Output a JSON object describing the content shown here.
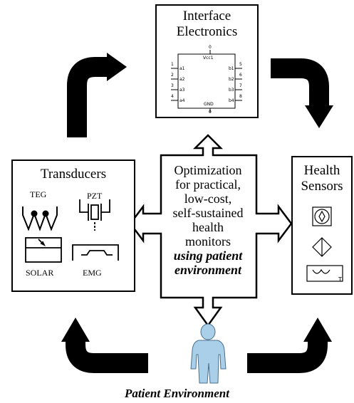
{
  "interface": {
    "title_line1": "Interface",
    "title_line2": "Electronics",
    "chip": {
      "vcc": "Vcc1",
      "gnd": "GND",
      "top_pin": "0",
      "bottom_pin": "0",
      "left_pins": [
        "1",
        "2",
        "3",
        "4"
      ],
      "left_labels": [
        "a1",
        "a2",
        "a3",
        "a4"
      ],
      "right_pins": [
        "5",
        "6",
        "7",
        "8"
      ],
      "right_labels": [
        "b1",
        "b2",
        "b3",
        "b4"
      ]
    }
  },
  "transducers": {
    "title": "Transducers",
    "teg": "TEG",
    "pzt": "PZT",
    "solar": "SOLAR",
    "emg": "EMG"
  },
  "health": {
    "title_line1": "Health",
    "title_line2": "Sensors",
    "sensor_mark": "T"
  },
  "center": {
    "lines": [
      "Optimization",
      "for practical,",
      "low-cost,",
      "self-sustained",
      "health",
      "monitors"
    ],
    "emphasis": [
      "using patient",
      "environment"
    ]
  },
  "caption": "Patient Environment",
  "colors": {
    "arrow": "#000000",
    "patient_fill": "#a9cfe9",
    "patient_stroke": "#4a6f8c"
  }
}
